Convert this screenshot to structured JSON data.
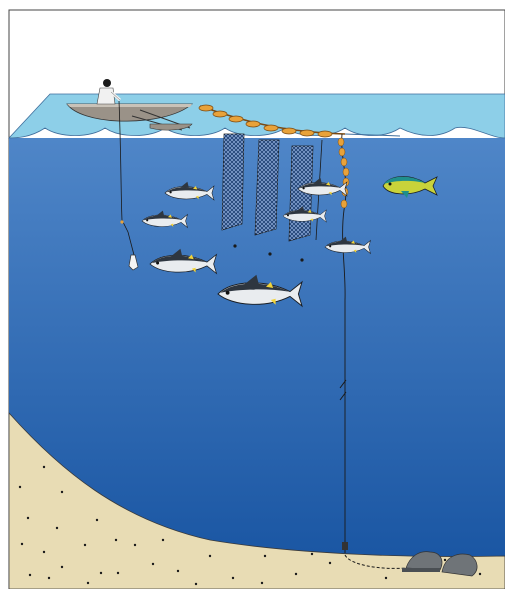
{
  "scene": {
    "type": "illustration",
    "caption": "",
    "elements": {
      "fisher": "fisher-in-outrigger-canoe",
      "handline": "handline-with-lure",
      "fad": "fish-aggregating-device",
      "float_line": "buoy-float-line",
      "nets": "hanging-net-panels",
      "anchor_line": "anchor-mooring-line",
      "anchor": "anchor-blocks-on-seabed",
      "seabed": "sandy-seabed",
      "fish": [
        "tuna",
        "tuna",
        "tuna",
        "tuna",
        "tuna",
        "tuna",
        "tuna",
        "mahi-mahi"
      ]
    }
  },
  "colors": {
    "sky": "#ffffff",
    "water_surface": "#8dcfe8",
    "water_top": "#4f86c8",
    "water_bottom": "#1a56a3",
    "sand": "#e8dcb4",
    "buoy": "#e8a23a",
    "net": "#2c4d7f",
    "tuna_back": "#2e3640",
    "tuna_belly": "#e9ecef",
    "tuna_fin": "#f2d43a",
    "mahi_body": "#c9d33a",
    "mahi_back": "#1f8f8c",
    "canoe": "#9a9288",
    "rock": "#6f7478"
  }
}
